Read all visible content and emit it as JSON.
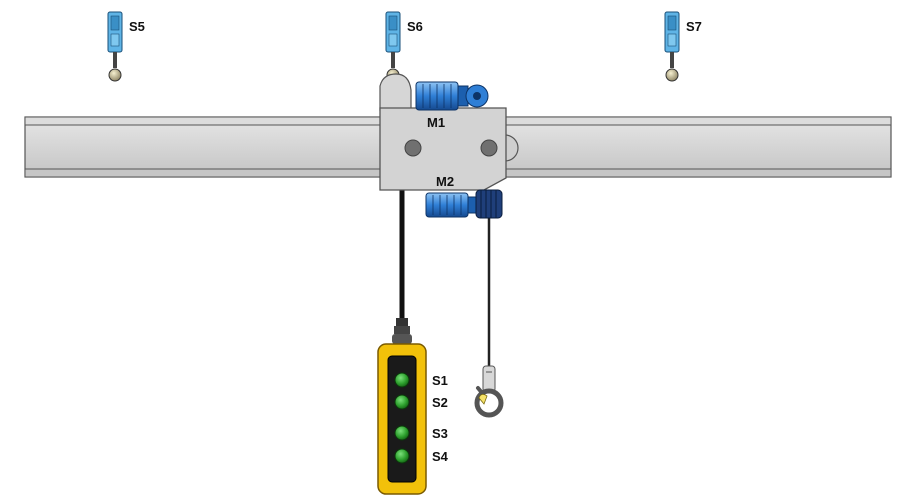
{
  "labels": {
    "s5": "S5",
    "s6": "S6",
    "s7": "S7",
    "m1": "M1",
    "m2": "M2",
    "s1": "S1",
    "s2": "S2",
    "s3": "S3",
    "s4": "S4"
  },
  "colors": {
    "rail": "#cfcfcf",
    "trolley": "#d2d2d2",
    "motor": "#2f7fd6",
    "limit_switch": "#5fb4e6",
    "pendant": "#f2c10a",
    "button": "#2da02d",
    "cable": "#111111"
  }
}
